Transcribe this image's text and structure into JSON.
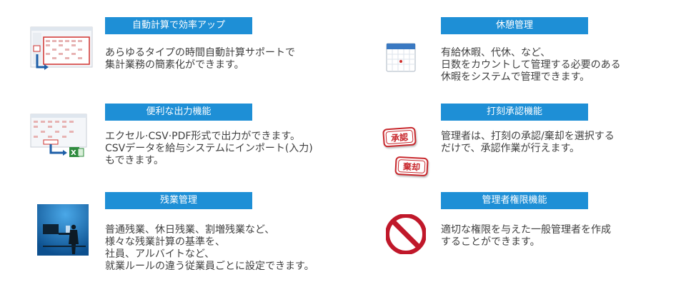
{
  "features": {
    "auto_calc": {
      "title": "自動計算で効率アップ",
      "lines": [
        "あらゆるタイプの時間自動計算サポートで",
        "集計業務の簡素化ができます。"
      ],
      "icon": "spreadsheet-arrow-icon"
    },
    "leave": {
      "title": "休憩管理",
      "lines": [
        "有給休暇、代休、など、",
        "日数をカウントして管理する必要のある",
        "休暇をシステムで管理できます。"
      ],
      "icon": "calendar-icon"
    },
    "output": {
      "title": "便利な出力機能",
      "lines": [
        "エクセル·CSV·PDF形式で出力ができます。",
        "CSVデータを給与システムにインポート(入力)",
        "もできます。"
      ],
      "icon": "spreadsheet-excel-icon"
    },
    "approval": {
      "title": "打刻承認機能",
      "lines": [
        "管理者は、打刻の承認/棄却を選択する",
        "だけで、承認作業が行えます。"
      ],
      "icon": "stamp-icon",
      "stamp_approve": "承認",
      "stamp_reject": "棄却"
    },
    "overtime": {
      "title": "残業管理",
      "lines": [
        "普通残業、休日残業、割増残業など、",
        "様々な残業計算の基準を、",
        "社員、アルバイトなど、",
        "就業ルールの違う従業員ごとに設定できます。"
      ],
      "icon": "office-worker-icon"
    },
    "admin": {
      "title": "管理者権限機能",
      "lines": [
        "適切な権限を与えた一般管理者を作成",
        "することができます。"
      ],
      "icon": "prohibited-icon"
    }
  },
  "colors": {
    "banner": "#1e8fd6",
    "text": "#404040",
    "stamp": "#c8282d",
    "prohibit": "#c0182a"
  }
}
